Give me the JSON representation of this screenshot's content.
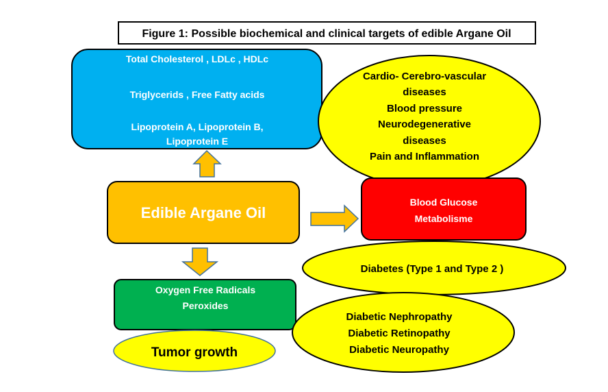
{
  "title": "Figure 1: Possible biochemical and clinical targets of edible Argane Oil",
  "colors": {
    "lipid_box": "#00B0F0",
    "center_box": "#FFC000",
    "glucose_box": "#FF0000",
    "oxidative_box": "#00B050",
    "ellipse": "#FFFF00",
    "arrow": "#FFC000",
    "arrow_outline": "#41719C"
  },
  "center": {
    "label": "Edible Argane Oil"
  },
  "lipid_box": {
    "lines": [
      "Total Cholesterol ,   LDLc ,   HDLc",
      "",
      "Triglycerids ,  Free Fatty acids",
      "",
      "Lipoprotein A,  Lipoprotein B,",
      "Lipoprotein E"
    ]
  },
  "cardio_ellipse": {
    "lines": [
      "Cardio- Cerebro-vascular",
      "diseases",
      "Blood pressure",
      "Neurodegenerative",
      "diseases",
      "Pain and Inflammation"
    ]
  },
  "glucose_box": {
    "lines": [
      "Blood Glucose",
      "Metabolisme"
    ]
  },
  "diabetes_ellipse": {
    "lines": [
      "Diabetes (Type 1 and Type 2 )"
    ]
  },
  "oxidative_box": {
    "lines": [
      "Oxygen Free Radicals",
      "Peroxides"
    ]
  },
  "complications_ellipse": {
    "lines": [
      "Diabetic Nephropathy",
      "Diabetic Retinopathy",
      "Diabetic Neuropathy"
    ]
  },
  "tumor_ellipse": {
    "lines": [
      "Tumor growth"
    ]
  },
  "arrows": [
    {
      "direction": "up",
      "from": "Edible Argane Oil",
      "to": "lipid box"
    },
    {
      "direction": "right",
      "from": "Edible Argane Oil",
      "to": "Blood Glucose Metabolisme"
    },
    {
      "direction": "down",
      "from": "Edible Argane Oil",
      "to": "Oxygen Free Radicals Peroxides"
    }
  ]
}
